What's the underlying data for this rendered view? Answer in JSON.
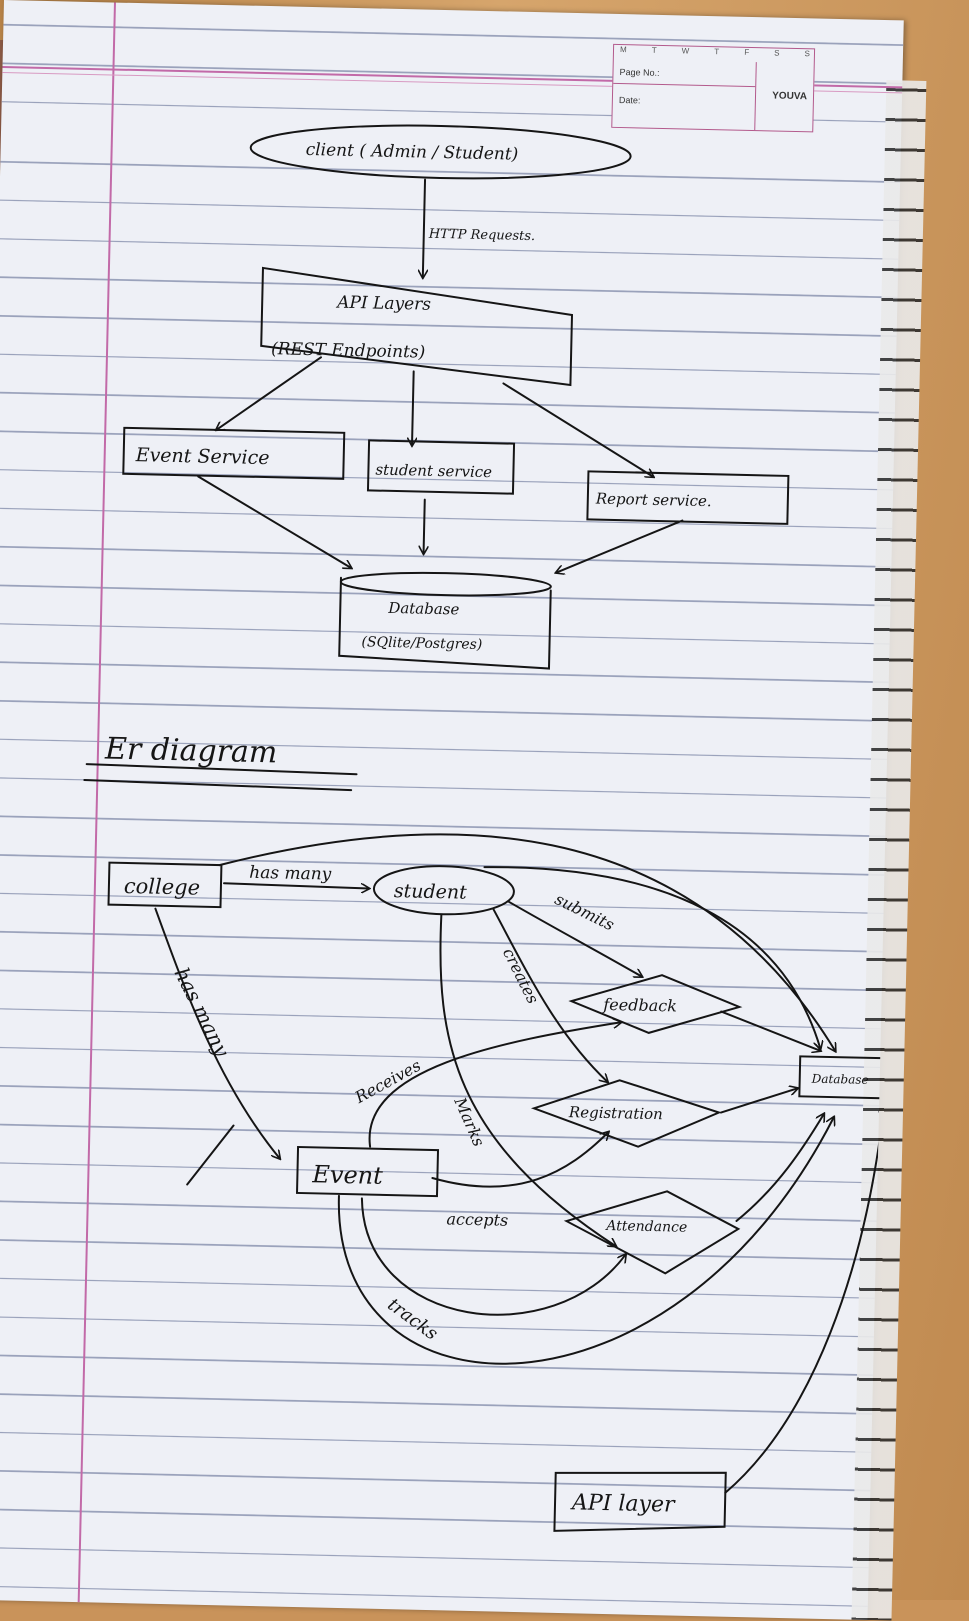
{
  "notebook": {
    "days": [
      "M",
      "T",
      "W",
      "T",
      "F",
      "S",
      "S"
    ],
    "page_no_label": "Page No.:",
    "date_label": "Date:",
    "brand": "YOUVA"
  },
  "architecture": {
    "client": "client ( Admin / Student)",
    "http": "HTTP Requests.",
    "api_line1": "API Layers",
    "api_line2": "(REST Endpoints)",
    "event_service": "Event Service",
    "student_service": "student service",
    "report_service": "Report service.",
    "db_line1": "Database",
    "db_line2": "(SQlite/Postgres)"
  },
  "er": {
    "heading": "Er diagram",
    "college": "college",
    "has_many_1": "has many",
    "student": "student",
    "submits": "submits",
    "creates": "creates",
    "feedback": "feedback",
    "has_many_2": "has many",
    "receives": "Receives",
    "registration": "Registration",
    "database": "Database",
    "marks": "Marks",
    "event": "Event",
    "accepts": "accepts",
    "attendance": "Attendance",
    "tracks": "tracks",
    "api_layer": "API layer"
  }
}
